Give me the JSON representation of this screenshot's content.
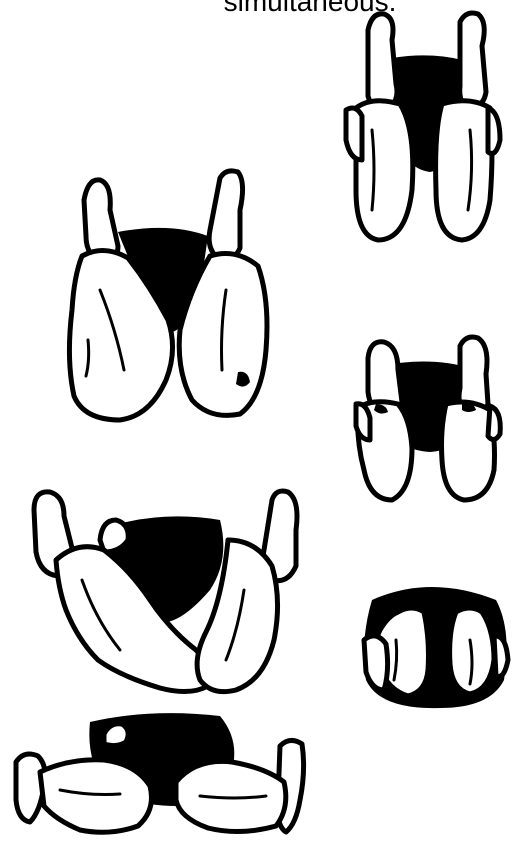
{
  "caption": {
    "text": "simultaneous."
  },
  "colors": {
    "ink": "#000000",
    "paper": "#ffffff"
  },
  "figures": [
    {
      "name": "pose-upright-knees-together"
    },
    {
      "name": "pose-thighs-apart-front"
    },
    {
      "name": "pose-knees-bent-partly"
    },
    {
      "name": "pose-thighs-spread-wide"
    },
    {
      "name": "pose-knees-tucked"
    },
    {
      "name": "pose-legs-flat-splayed"
    }
  ]
}
